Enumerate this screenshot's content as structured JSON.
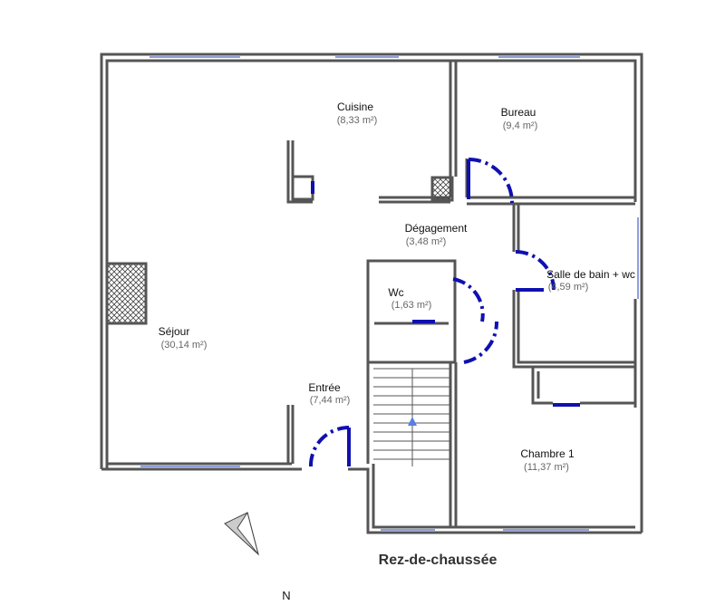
{
  "floor_title": "Rez-de-chaussée",
  "north_label": "N",
  "rooms": [
    {
      "name": "Cuisine",
      "area": "(8,33 m²)"
    },
    {
      "name": "Bureau",
      "area": "(9,4 m²)"
    },
    {
      "name": "Dégagement",
      "area": "(3,48 m²)"
    },
    {
      "name": "Salle de bain + wc",
      "area": "(4,59 m²)"
    },
    {
      "name": "Wc",
      "area": "(1,63 m²)"
    },
    {
      "name": "Séjour",
      "area": "(30,14 m²)"
    },
    {
      "name": "Entrée",
      "area": "(7,44 m²)"
    },
    {
      "name": "Chambre 1",
      "area": "(11,37 m²)"
    }
  ],
  "colors": {
    "wall": "#555555",
    "door": "#1010b0",
    "window": "#6a7fd0",
    "area_text": "#666666"
  }
}
